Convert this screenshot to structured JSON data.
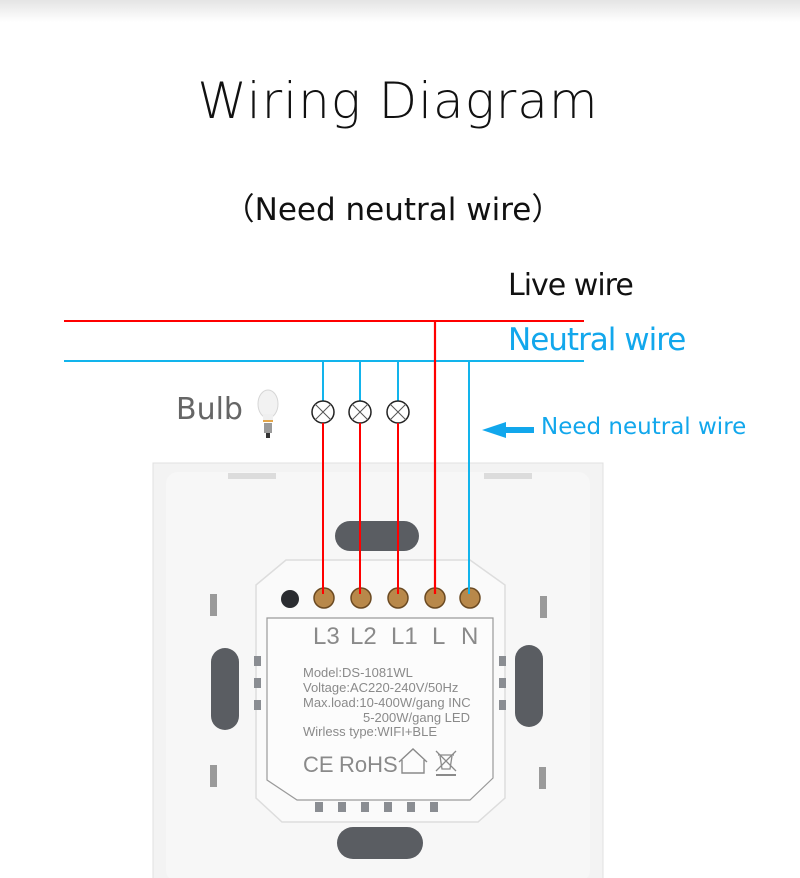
{
  "header": {
    "title": "Wiring Diagram",
    "subtitle": "（Need neutral wire）"
  },
  "wires": {
    "live_label": "Live wire",
    "neutral_label": "Neutral wire",
    "live_color": "#ff0000",
    "neutral_color": "#12b4ec"
  },
  "bulb": {
    "label": "Bulb",
    "count": 3
  },
  "note": {
    "label": "Need neutral wire",
    "color": "#12a7ec"
  },
  "device": {
    "terminals": [
      "L3",
      "L2",
      "L1",
      "L",
      "N"
    ],
    "specs": {
      "model": "Model:DS-1081WL",
      "voltage": "Voltage:AC220-240V/50Hz",
      "maxload_inc": "Max.load:10-400W/gang  INC",
      "maxload_led": "5-200W/gang  LED",
      "wireless": "Wirless type:WIFI+BLE"
    },
    "certifications": [
      "CE",
      "RoHS",
      "indoor-use-icon",
      "weee-bin-icon"
    ]
  }
}
